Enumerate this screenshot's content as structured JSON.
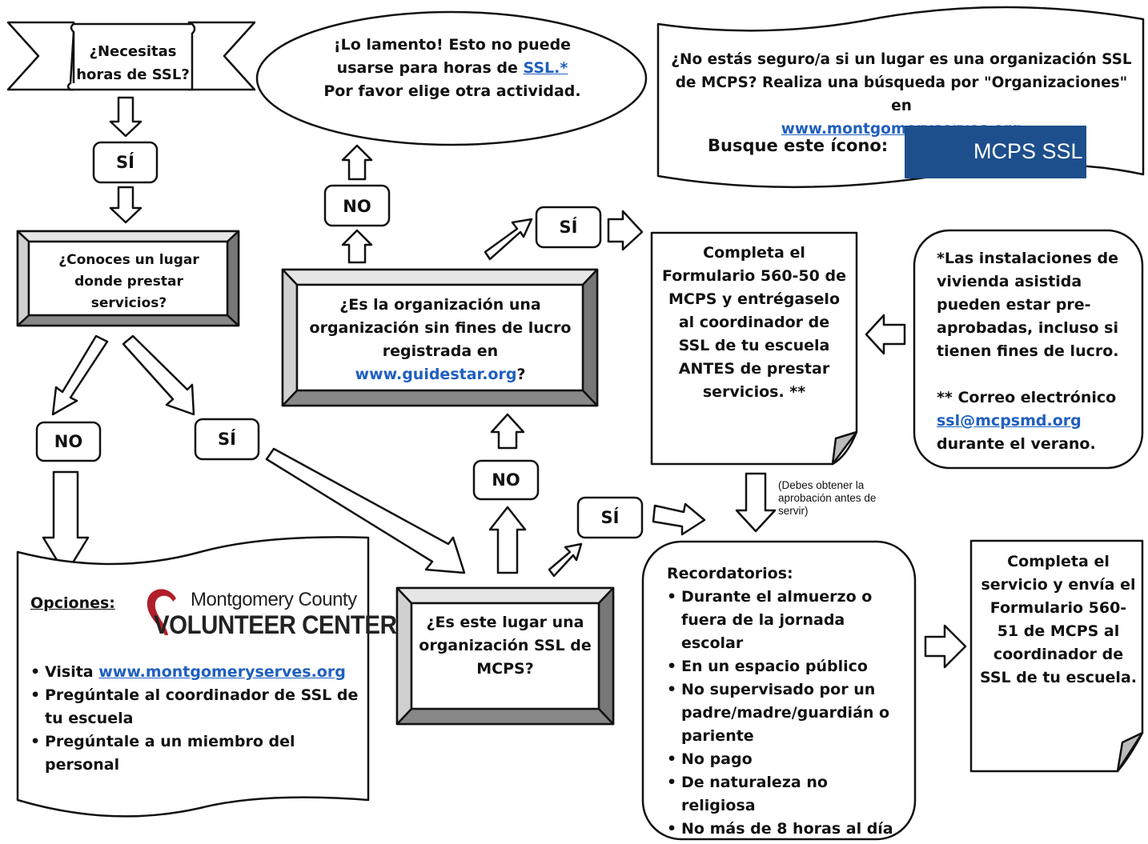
{
  "start": {
    "line1": "¿Necesitas",
    "line2": "horas de SSL?"
  },
  "yes_label": "SÍ",
  "no_label": "NO",
  "know_place": "¿Conoces un lugar donde prestar servicios?",
  "sorry": {
    "text_before": "¡Lo lamento! Esto no puede usarse para horas de ",
    "link": "SSL.*",
    "text_after": " Por favor elige otra actividad."
  },
  "unsure": {
    "text": "¿No estás seguro/a si un lugar es una organización SSL de MCPS? Realiza una búsqueda por \"Organizaciones\" en",
    "link": "www.montgomeryserves.org",
    "icon_prompt": "Busque este ícono:",
    "logo_text": "MCPS SSL",
    "logo_color": "#1d4f8c"
  },
  "nonprofit": {
    "text": "¿Es la organización una organización sin fines de lucro registrada en",
    "link": "www.guidestar.org",
    "suffix": "?"
  },
  "ssl_org": "¿Es este lugar una organización SSL de MCPS?",
  "form_56050": "Completa el Formulario 560-50 de MCPS y entrégaselo al coordinador de SSL de tu escuela ANTES de prestar servicios. **",
  "notes": {
    "assisted": "*Las instalaciones de vivienda asistida pueden estar pre-aprobadas, incluso si tienen fines de lucro.",
    "email_prefix": "** Correo electrónico",
    "email": "ssl@mcpsmd.org",
    "email_suffix": "durante el verano."
  },
  "approval_note": "(Debes obtener la aprobación antes de servir)",
  "options": {
    "heading": "Opciones:",
    "logo_top": "Montgomery County",
    "logo_bottom": "VOLUNTEER CENTER",
    "visit_prefix": "Visita ",
    "visit_link": "www.montgomeryserves.org",
    "items": [
      "Pregúntale al coordinador de SSL de tu escuela",
      "Pregúntale a un miembro del personal"
    ]
  },
  "reminders": {
    "heading": "Recordatorios:",
    "items": [
      "Durante el almuerzo o fuera de la jornada escolar",
      "En un espacio público",
      "No supervisado por un padre/madre/guardián o pariente",
      "No pago",
      "De naturaleza no religiosa",
      "No más de 8 horas al día"
    ]
  },
  "final": "Completa el servicio y envía el Formulario 560-51 de MCPS al coordinador de SSL de tu escuela.",
  "colors": {
    "link": "#1f5fbf",
    "logo_heart": "#b0202a"
  }
}
